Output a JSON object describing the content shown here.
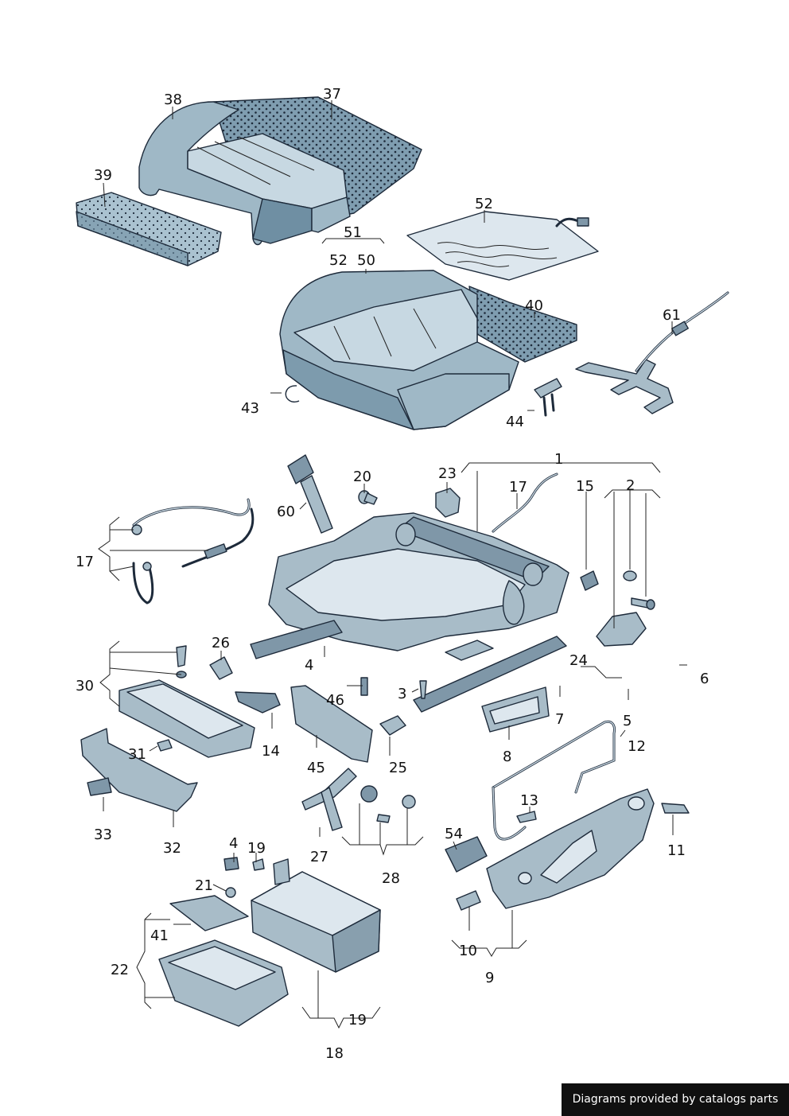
{
  "diagram": {
    "labels": {
      "l38": "38",
      "l37": "37",
      "l39": "39",
      "l52top": "52",
      "l51": "51",
      "l52": "52",
      "l50": "50",
      "l40": "40",
      "l61": "61",
      "l43": "43",
      "l44": "44",
      "l1": "1",
      "l23": "23",
      "l20": "20",
      "l17a": "17",
      "l15": "15",
      "l2": "2",
      "l60": "60",
      "l17b": "17",
      "l26": "26",
      "l4a": "4",
      "l24": "24",
      "l6": "6",
      "l30": "30",
      "l46": "46",
      "l3": "3",
      "l7": "7",
      "l5": "5",
      "l14": "14",
      "l8": "8",
      "l12": "12",
      "l31": "31",
      "l45": "45",
      "l25": "25",
      "l13": "13",
      "l11": "11",
      "l33": "33",
      "l32": "32",
      "l27": "27",
      "l28": "28",
      "l54": "54",
      "l4b": "4",
      "l19a": "19",
      "l21": "21",
      "l41": "41",
      "l22": "22",
      "l10": "10",
      "l9": "9",
      "l19b": "19",
      "l18": "18"
    }
  },
  "footer": {
    "credit": "Diagrams provided by catalogs parts"
  },
  "colors": {
    "foam": "#9fb8c6",
    "foam_dark": "#6f8fa3",
    "metal": "#a8bcc8",
    "outline": "#1d2a3a",
    "credit_bg": "#101010"
  }
}
